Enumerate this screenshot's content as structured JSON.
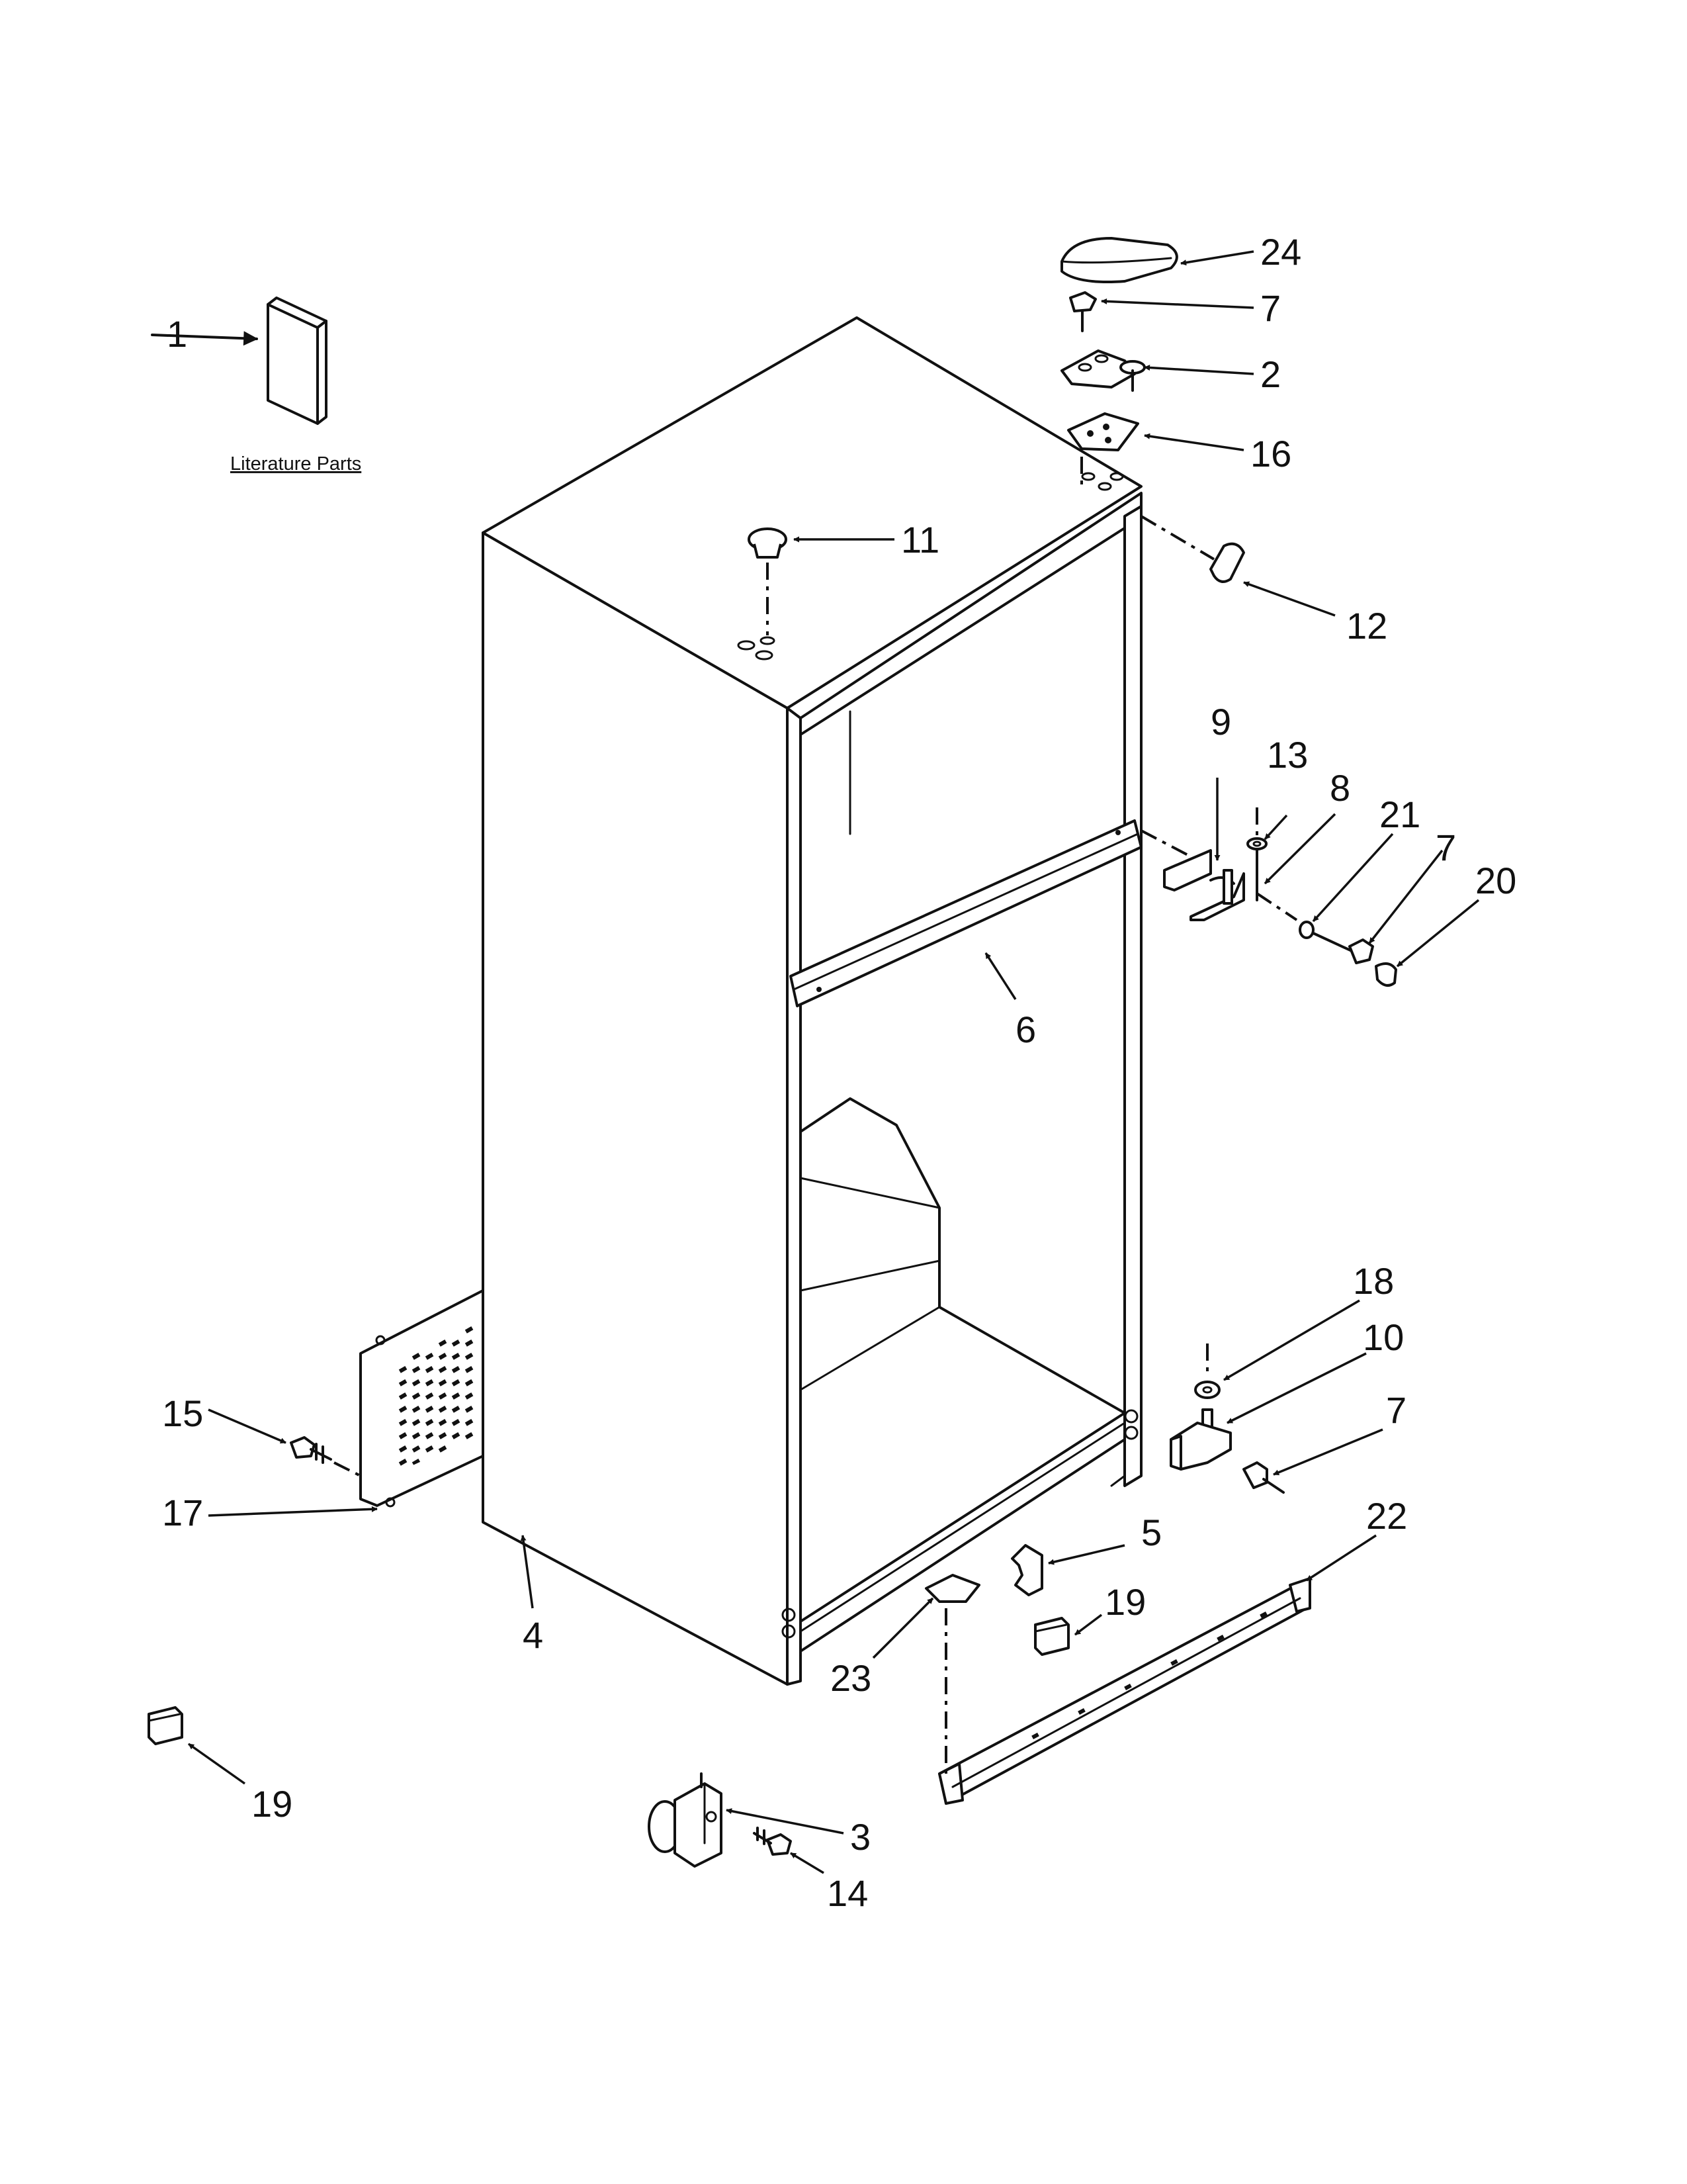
{
  "literature_caption": "Literature Parts",
  "callouts": [
    "1",
    "24",
    "7",
    "2",
    "16",
    "11",
    "12",
    "9",
    "13",
    "8",
    "21",
    "7",
    "20",
    "6",
    "18",
    "10",
    "7",
    "15",
    "17",
    "4",
    "5",
    "22",
    "19",
    "23",
    "19",
    "3",
    "14"
  ]
}
